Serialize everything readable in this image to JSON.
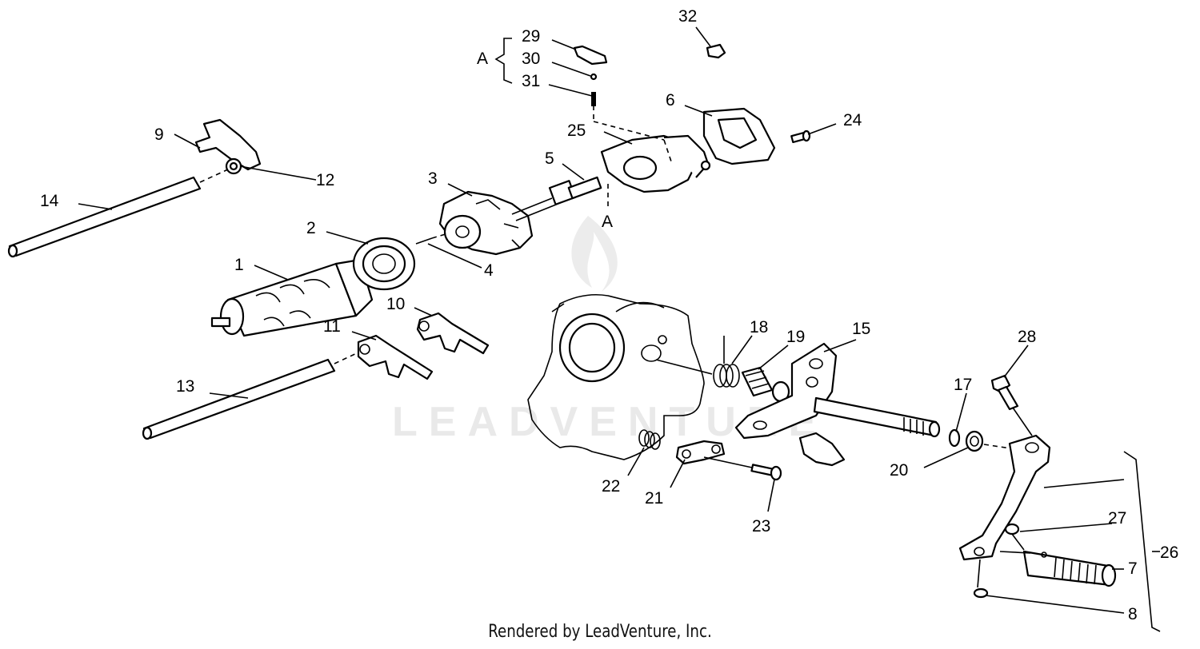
{
  "diagram": {
    "watermark_text": "LEADVENTURE",
    "group_label_a": "A",
    "shaft_label_a": "A",
    "callouts": [
      {
        "id": "c1",
        "label": "1"
      },
      {
        "id": "c2",
        "label": "2"
      },
      {
        "id": "c3",
        "label": "3"
      },
      {
        "id": "c4",
        "label": "4"
      },
      {
        "id": "c5",
        "label": "5"
      },
      {
        "id": "c6",
        "label": "6"
      },
      {
        "id": "c7",
        "label": "7"
      },
      {
        "id": "c8",
        "label": "8"
      },
      {
        "id": "c9",
        "label": "9"
      },
      {
        "id": "c10",
        "label": "10"
      },
      {
        "id": "c11",
        "label": "11"
      },
      {
        "id": "c12",
        "label": "12"
      },
      {
        "id": "c13",
        "label": "13"
      },
      {
        "id": "c14",
        "label": "14"
      },
      {
        "id": "c15",
        "label": "15"
      },
      {
        "id": "c17",
        "label": "17"
      },
      {
        "id": "c18",
        "label": "18"
      },
      {
        "id": "c19",
        "label": "19"
      },
      {
        "id": "c20",
        "label": "20"
      },
      {
        "id": "c21",
        "label": "21"
      },
      {
        "id": "c22",
        "label": "22"
      },
      {
        "id": "c23",
        "label": "23"
      },
      {
        "id": "c24",
        "label": "24"
      },
      {
        "id": "c25",
        "label": "25"
      },
      {
        "id": "c26",
        "label": "26"
      },
      {
        "id": "c27",
        "label": "27"
      },
      {
        "id": "c28",
        "label": "28"
      },
      {
        "id": "c29",
        "label": "29"
      },
      {
        "id": "c30",
        "label": "30"
      },
      {
        "id": "c31",
        "label": "31"
      },
      {
        "id": "c32",
        "label": "32"
      }
    ]
  },
  "footer": {
    "text": "Rendered by LeadVenture, Inc."
  }
}
